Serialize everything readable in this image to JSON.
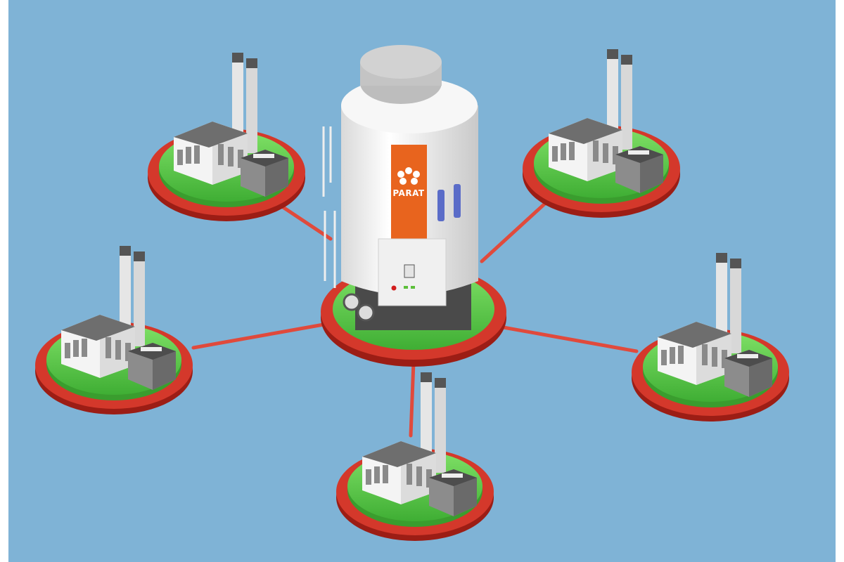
{
  "illustration": {
    "brand_text": "PARAT",
    "colors": {
      "background": "#7fb3d6",
      "ring_red": "#c8261c",
      "pad_green": "#5cc94a",
      "pipe": "#e04a3c",
      "boiler_white": "#f2f2f2",
      "brand_orange": "#e8641e",
      "valve_blue": "#5a6cc8"
    },
    "factories": [
      "factory-top-left",
      "factory-top-right",
      "factory-left",
      "factory-right",
      "factory-bottom"
    ]
  }
}
